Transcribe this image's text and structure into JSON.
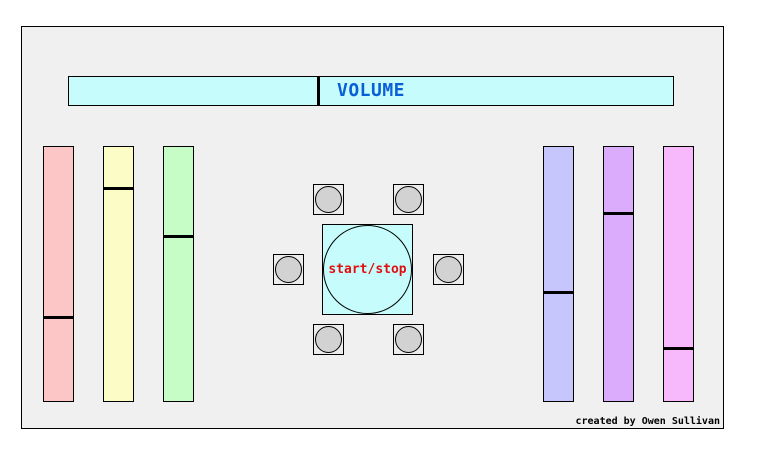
{
  "volume": {
    "label": "VOLUME",
    "level": 0.41
  },
  "start_stop": {
    "label": "start/stop"
  },
  "credit": "created by Owen Sullivan",
  "faders": [
    {
      "name": "fader-red",
      "color": "#fcc6c6",
      "level": 0.33
    },
    {
      "name": "fader-yellow",
      "color": "#fcfcc6",
      "level": 0.84
    },
    {
      "name": "fader-green",
      "color": "#c6fcc6",
      "level": 0.65
    },
    {
      "name": "fader-blue",
      "color": "#c6c6fc",
      "level": 0.43
    },
    {
      "name": "fader-purple",
      "color": "#dcacfc",
      "level": 0.74
    },
    {
      "name": "fader-pink",
      "color": "#f8b8fc",
      "level": 0.21
    }
  ],
  "pads": [
    {
      "name": "pad-top-left"
    },
    {
      "name": "pad-top-right"
    },
    {
      "name": "pad-middle-left"
    },
    {
      "name": "pad-middle-right"
    },
    {
      "name": "pad-bottom-left"
    },
    {
      "name": "pad-bottom-right"
    }
  ]
}
